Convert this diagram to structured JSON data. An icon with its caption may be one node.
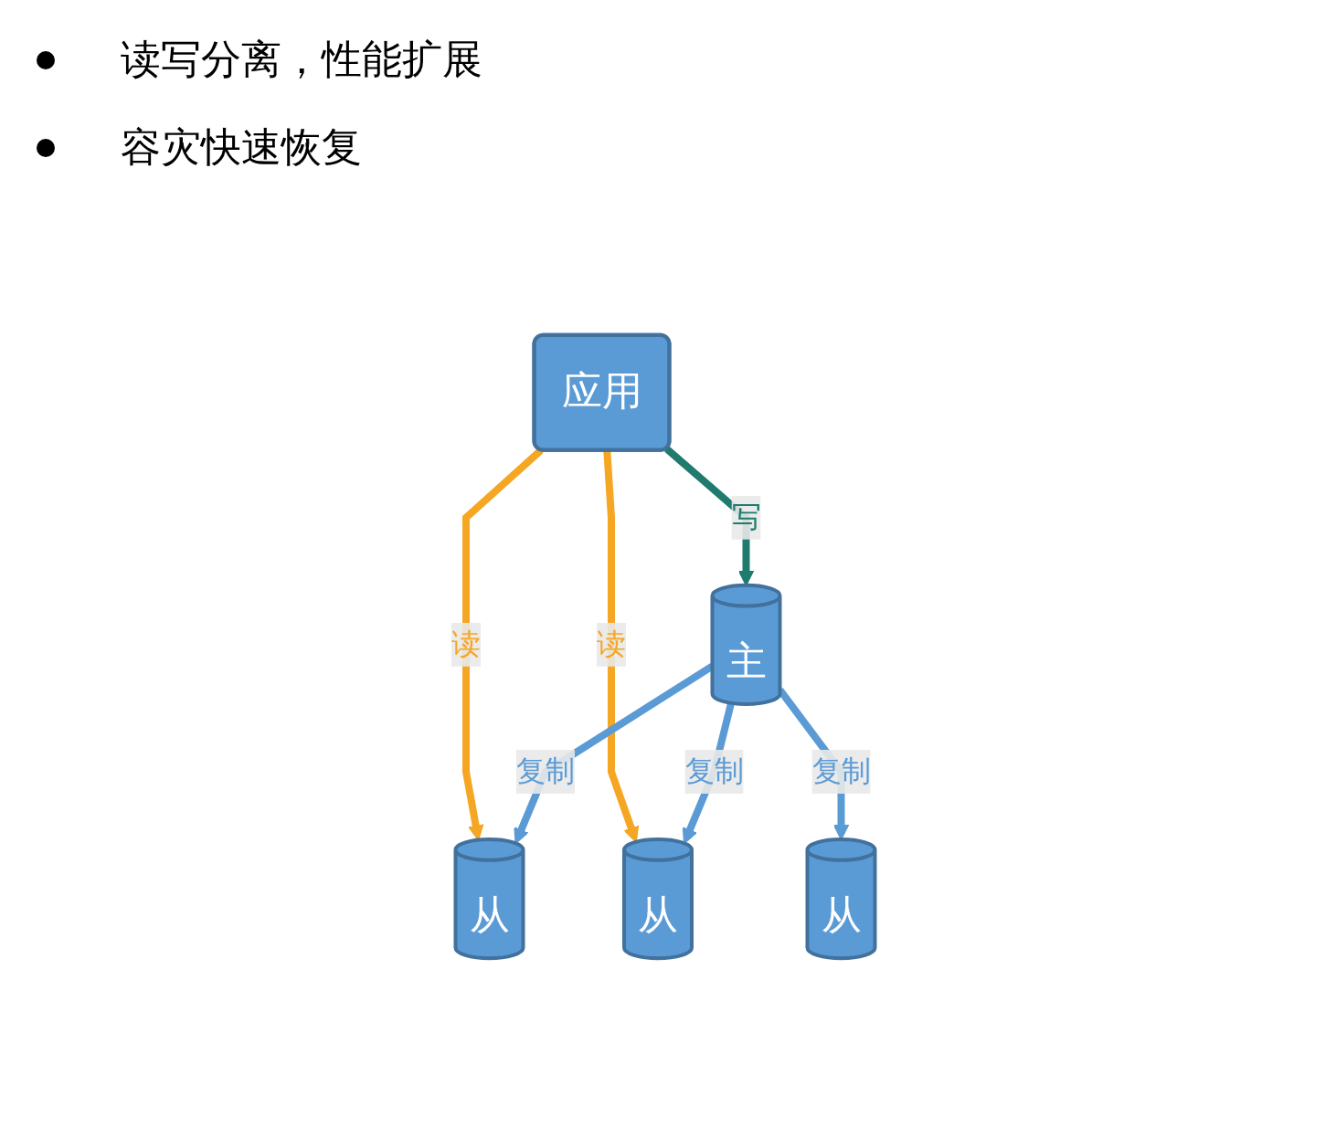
{
  "diagram": {
    "nodes": [
      {
        "text": [
          "应用"
        ]
      },
      {
        "text": [
          "主"
        ]
      },
      {
        "text": [
          "从"
        ]
      },
      {
        "text": [
          "从"
        ]
      },
      {
        "text": [
          "从"
        ]
      }
    ],
    "edges": [
      {
        "from": 0,
        "to": 1,
        "arrow": "to",
        "label": "写",
        "color": "#1e7b6e"
      },
      {
        "from": 0,
        "to": 2,
        "arrow": "to",
        "label": "读",
        "color": "#f5a623"
      },
      {
        "from": 0,
        "to": 3,
        "arrow": "to",
        "label": "读",
        "color": "#f5a623"
      },
      {
        "from": 1,
        "to": 2,
        "arrow": "to",
        "label": "复制"
      },
      {
        "from": 1,
        "to": 3,
        "arrow": "to",
        "label": "复制"
      },
      {
        "from": 1,
        "to": 4,
        "arrow": "to",
        "label": "复制"
      }
    ],
    "labels": [
      "读写分离，性能扩展",
      "容灾快速恢复"
    ]
  }
}
